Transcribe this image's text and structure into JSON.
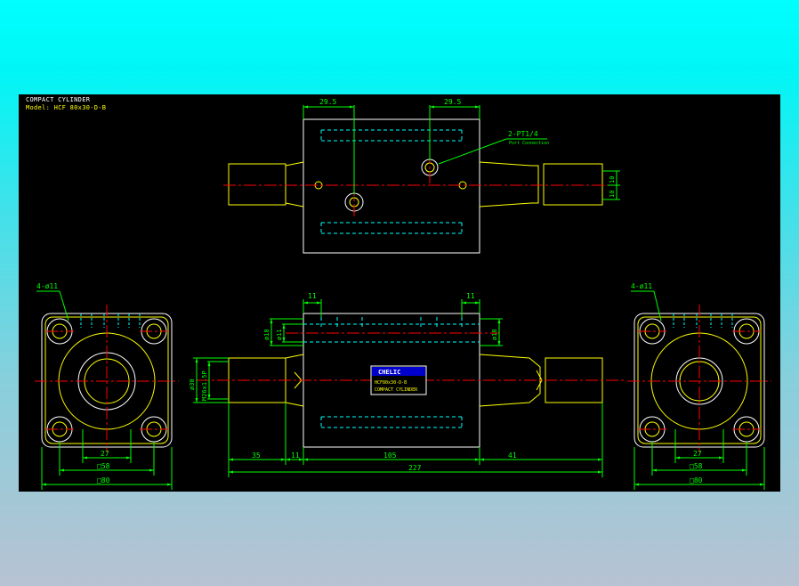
{
  "drawing": {
    "title": "COMPACT CYLINDER",
    "model_label": "Model: HCF 80x30-D-B",
    "colors": {
      "background": "#000000",
      "outline": "#ffffff",
      "body": "#ffff00",
      "dimension": "#00ff00",
      "centerline": "#ff0000",
      "hidden": "#00ffff",
      "leader": "#ff00ff",
      "label_box": "#0000cc"
    },
    "top_view": {
      "dim_left": "29.5",
      "dim_right": "29.5",
      "port_label": "2-PT1/4",
      "port_sub_label": "Port Connection",
      "rod_dims": [
        "10",
        "10"
      ]
    },
    "left_view": {
      "holes_label": "4-ø11",
      "dim_inner": "27",
      "dim_mid": "□58",
      "dim_outer": "□80"
    },
    "front_view": {
      "dim_top_left": "11",
      "dim_top_right": "11",
      "dia_left_a": "ø18",
      "dia_left_b": "ø11",
      "dia_right": "ø18",
      "dia_rod": "ø30",
      "thread": "M26x1.5P",
      "dim_35": "35",
      "dim_11": "11",
      "dim_105": "105",
      "dim_41": "41",
      "dim_227": "227",
      "nameplate_brand": "CHELIC",
      "nameplate_model": "HCF80x30-D-B",
      "nameplate_type": "COMPACT CYLINDER"
    },
    "right_view": {
      "holes_label": "4-ø11",
      "dim_inner": "27",
      "dim_mid": "□58",
      "dim_outer": "□80"
    }
  }
}
